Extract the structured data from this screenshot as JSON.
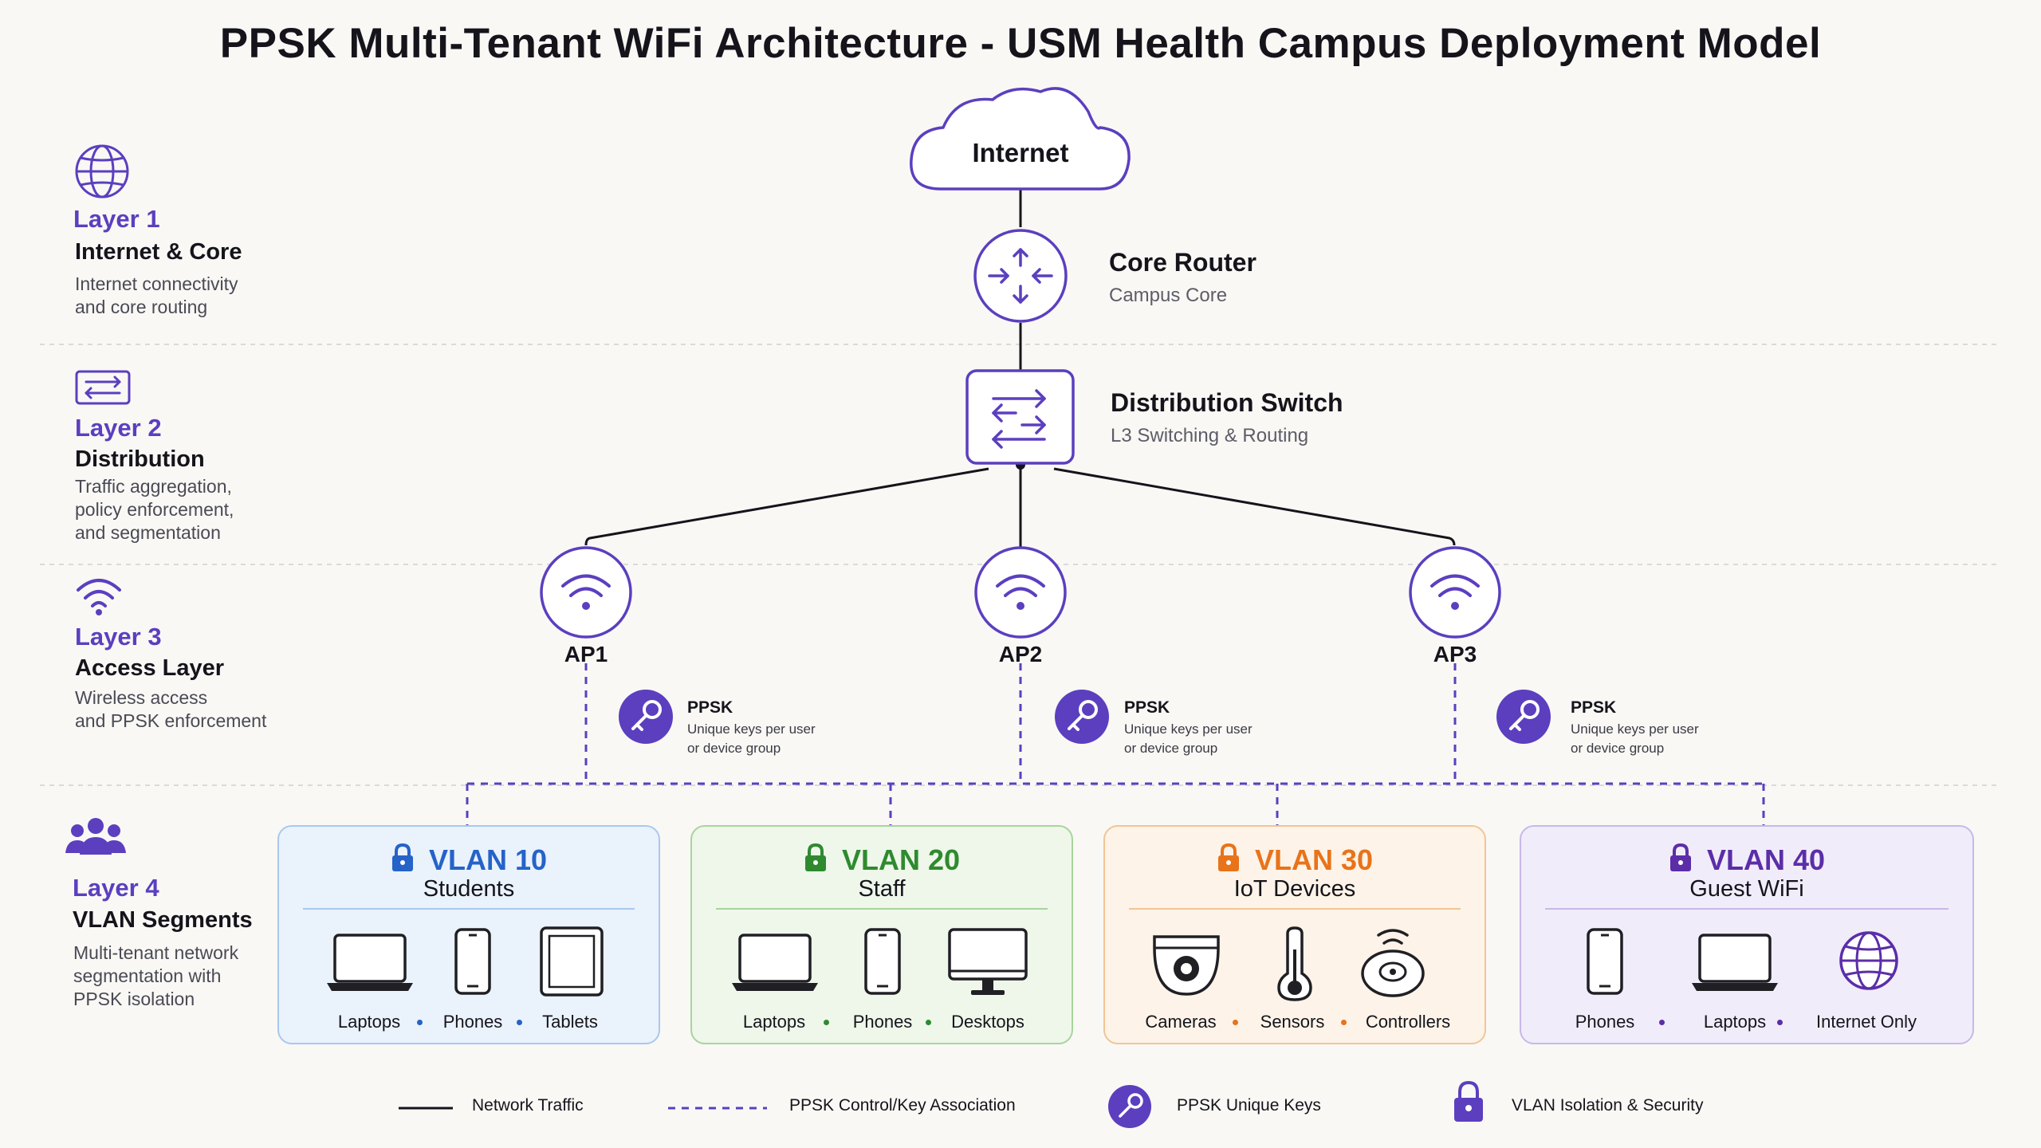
{
  "title": "PPSK Multi-Tenant WiFi Architecture - USM Health Campus Deployment Model",
  "colors": {
    "accent": "#5b3fbf",
    "students": "#2563c8",
    "staff": "#2f8a2f",
    "iot": "#e8731a",
    "guest": "#5b2ea8"
  },
  "layers": [
    {
      "number": "Layer 1",
      "name": "Internet & Core",
      "description": "Internet connectivity\nand core routing",
      "icon": "globe-icon"
    },
    {
      "number": "Layer 2",
      "name": "Distribution",
      "description": "Traffic aggregation,\npolicy enforcement,\nand segmentation",
      "icon": "switch-icon"
    },
    {
      "number": "Layer 3",
      "name": "Access Layer",
      "description": "Wireless access\nand PPSK enforcement",
      "icon": "wifi-icon"
    },
    {
      "number": "Layer 4",
      "name": "VLAN Segments",
      "description": "Multi-tenant network\nsegmentation with\nPPSK isolation",
      "icon": "users-icon"
    }
  ],
  "internet": {
    "label": "Internet"
  },
  "core_router": {
    "title": "Core Router",
    "subtitle": "Campus Core"
  },
  "distribution_switch": {
    "title": "Distribution Switch",
    "subtitle": "L3 Switching & Routing"
  },
  "access_points": [
    {
      "label": "AP1"
    },
    {
      "label": "AP2"
    },
    {
      "label": "AP3"
    }
  ],
  "ppsk_notes": [
    {
      "title": "PPSK",
      "description": "Unique keys per user\nor device group"
    },
    {
      "title": "PPSK",
      "description": "Unique keys per user\nor device group"
    },
    {
      "title": "PPSK",
      "description": "Unique keys per user\nor device group"
    }
  ],
  "vlans": [
    {
      "name": "VLAN 10",
      "group": "Students",
      "devices": [
        "Laptops",
        "Phones",
        "Tablets"
      ]
    },
    {
      "name": "VLAN 20",
      "group": "Staff",
      "devices": [
        "Laptops",
        "Phones",
        "Desktops"
      ]
    },
    {
      "name": "VLAN 30",
      "group": "IoT Devices",
      "devices": [
        "Cameras",
        "Sensors",
        "Controllers"
      ]
    },
    {
      "name": "VLAN 40",
      "group": "Guest WiFi",
      "devices": [
        "Phones",
        "Laptops",
        "Internet Only"
      ]
    }
  ],
  "legend": [
    {
      "label": "Network Traffic"
    },
    {
      "label": "PPSK Control/Key Association"
    },
    {
      "label": "PPSK Unique Keys"
    },
    {
      "label": "VLAN Isolation & Security"
    }
  ]
}
